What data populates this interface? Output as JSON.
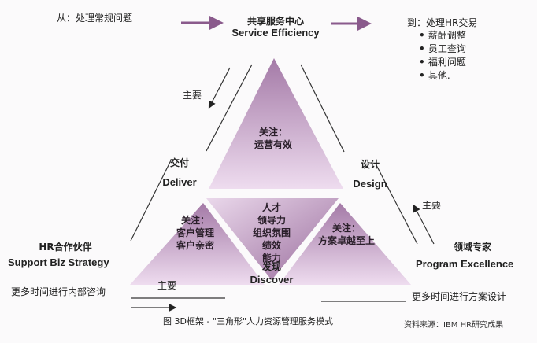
{
  "top": {
    "from_label": "从：处理常规问题",
    "center_cn": "共享服务中心",
    "center_en": "Service Efficiency",
    "to_label": "到：处理HR交易",
    "to_items": [
      "薪酬调整",
      "员工查询",
      "福利问题",
      "其他."
    ]
  },
  "left_vertex": {
    "cn": "交付",
    "en": "Deliver"
  },
  "right_vertex": {
    "cn": "设计",
    "en": "Design"
  },
  "bottom_vertex": {
    "cn": "发现",
    "en": "Discover"
  },
  "arrows": {
    "top_left": "主要",
    "right": "主要",
    "bottom": "主要"
  },
  "hrbp": {
    "cn": "HR合作伙伴",
    "en": "Support Biz Strategy",
    "note": "更多时间进行内部咨询"
  },
  "coe": {
    "cn": "领域专家",
    "en": "Program Excellence",
    "note": "更多时间进行方案设计"
  },
  "triangles": {
    "top": [
      "关注：",
      "运营有效"
    ],
    "center": [
      "人才",
      "领导力",
      "组织氛围",
      "绩效",
      "能力"
    ],
    "left": [
      "关注：",
      "客户管理",
      "客户亲密"
    ],
    "right": [
      "关注：",
      "方案卓越至上"
    ]
  },
  "caption": "图  3D框架 - \"三角形\"人力资源管理服务模式",
  "source": "资料来源：IBM HR研究成果",
  "colors": {
    "purple": "#8a5a8c",
    "triangle_light": "#efe0ef",
    "triangle_dark": "#a77aa9"
  }
}
